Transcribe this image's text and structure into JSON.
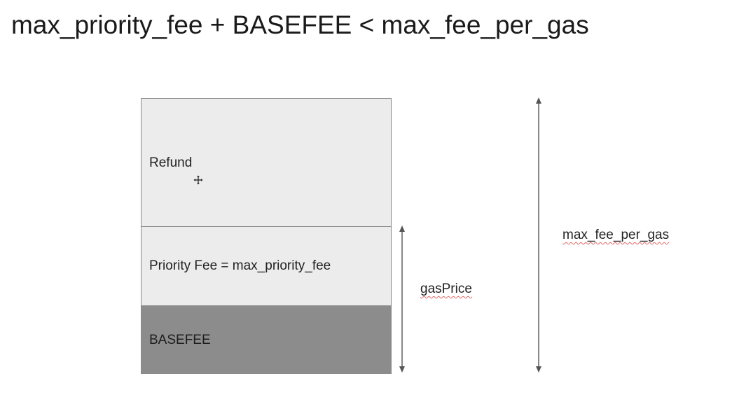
{
  "title": "max_priority_fee + BASEFEE < max_fee_per_gas",
  "blocks": {
    "refund": "Refund",
    "priority_fee": "Priority Fee = max_priority_fee",
    "basefee": "BASEFEE"
  },
  "arrows": {
    "gas_price": "gasPrice",
    "max_fee_per_gas": "max_fee_per_gas"
  },
  "colors": {
    "light_block": "#ececec",
    "dark_block": "#8c8c8c",
    "border": "#8a8a8a",
    "arrow": "#555555",
    "spellcheck_underline": "#e06666"
  },
  "icons": {
    "cursor": "move-cursor-icon"
  }
}
